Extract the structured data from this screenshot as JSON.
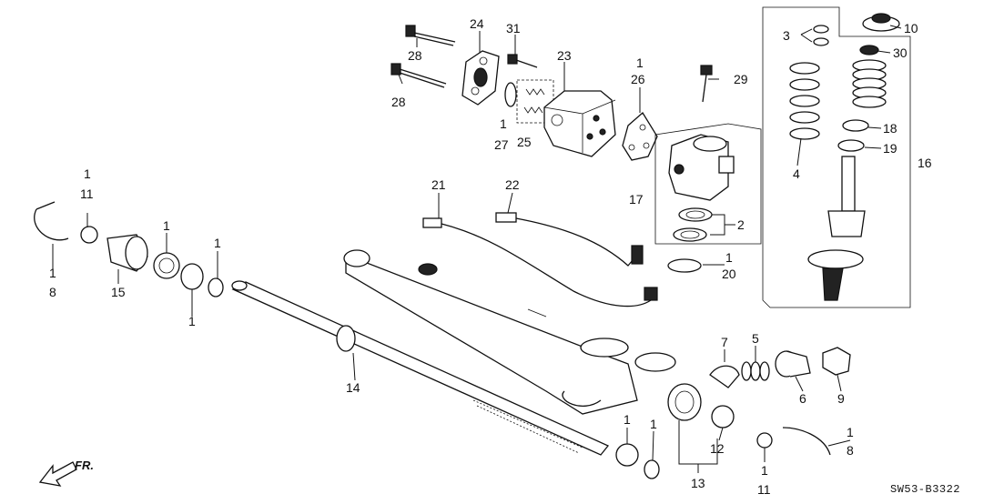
{
  "diagram": {
    "code": "SW53-B3322",
    "direction_label": "FR.",
    "callouts": [
      {
        "id": "c24",
        "text": "24"
      },
      {
        "id": "c31",
        "text": "31"
      },
      {
        "id": "c23",
        "text": "23"
      },
      {
        "id": "c28a",
        "text": "28"
      },
      {
        "id": "c28b",
        "text": "28"
      },
      {
        "id": "c1a",
        "text": "1"
      },
      {
        "id": "c26",
        "text": "26"
      },
      {
        "id": "c29",
        "text": "29"
      },
      {
        "id": "c1b",
        "text": "1"
      },
      {
        "id": "c27",
        "text": "27"
      },
      {
        "id": "c25",
        "text": "25"
      },
      {
        "id": "c3",
        "text": "3"
      },
      {
        "id": "c10",
        "text": "10"
      },
      {
        "id": "c30",
        "text": "30"
      },
      {
        "id": "c18",
        "text": "18"
      },
      {
        "id": "c19",
        "text": "19"
      },
      {
        "id": "c4",
        "text": "4"
      },
      {
        "id": "c16",
        "text": "16"
      },
      {
        "id": "c17",
        "text": "17"
      },
      {
        "id": "c2",
        "text": "2"
      },
      {
        "id": "c1c",
        "text": "1"
      },
      {
        "id": "c20",
        "text": "20"
      },
      {
        "id": "c21",
        "text": "21"
      },
      {
        "id": "c22",
        "text": "22"
      },
      {
        "id": "c1d",
        "text": "1"
      },
      {
        "id": "c11a",
        "text": "11"
      },
      {
        "id": "c1e",
        "text": "1"
      },
      {
        "id": "c8a",
        "text": "8"
      },
      {
        "id": "c15",
        "text": "15"
      },
      {
        "id": "c1f",
        "text": "1"
      },
      {
        "id": "c1g",
        "text": "1"
      },
      {
        "id": "c1h",
        "text": "1"
      },
      {
        "id": "c14",
        "text": "14"
      },
      {
        "id": "c7",
        "text": "7"
      },
      {
        "id": "c5",
        "text": "5"
      },
      {
        "id": "c6",
        "text": "6"
      },
      {
        "id": "c9",
        "text": "9"
      },
      {
        "id": "c1i",
        "text": "1"
      },
      {
        "id": "c1j",
        "text": "1"
      },
      {
        "id": "c12",
        "text": "12"
      },
      {
        "id": "c13",
        "text": "13"
      },
      {
        "id": "c1k",
        "text": "1"
      },
      {
        "id": "c11b",
        "text": "11"
      },
      {
        "id": "c1l",
        "text": "1"
      },
      {
        "id": "c8b",
        "text": "8"
      }
    ]
  }
}
